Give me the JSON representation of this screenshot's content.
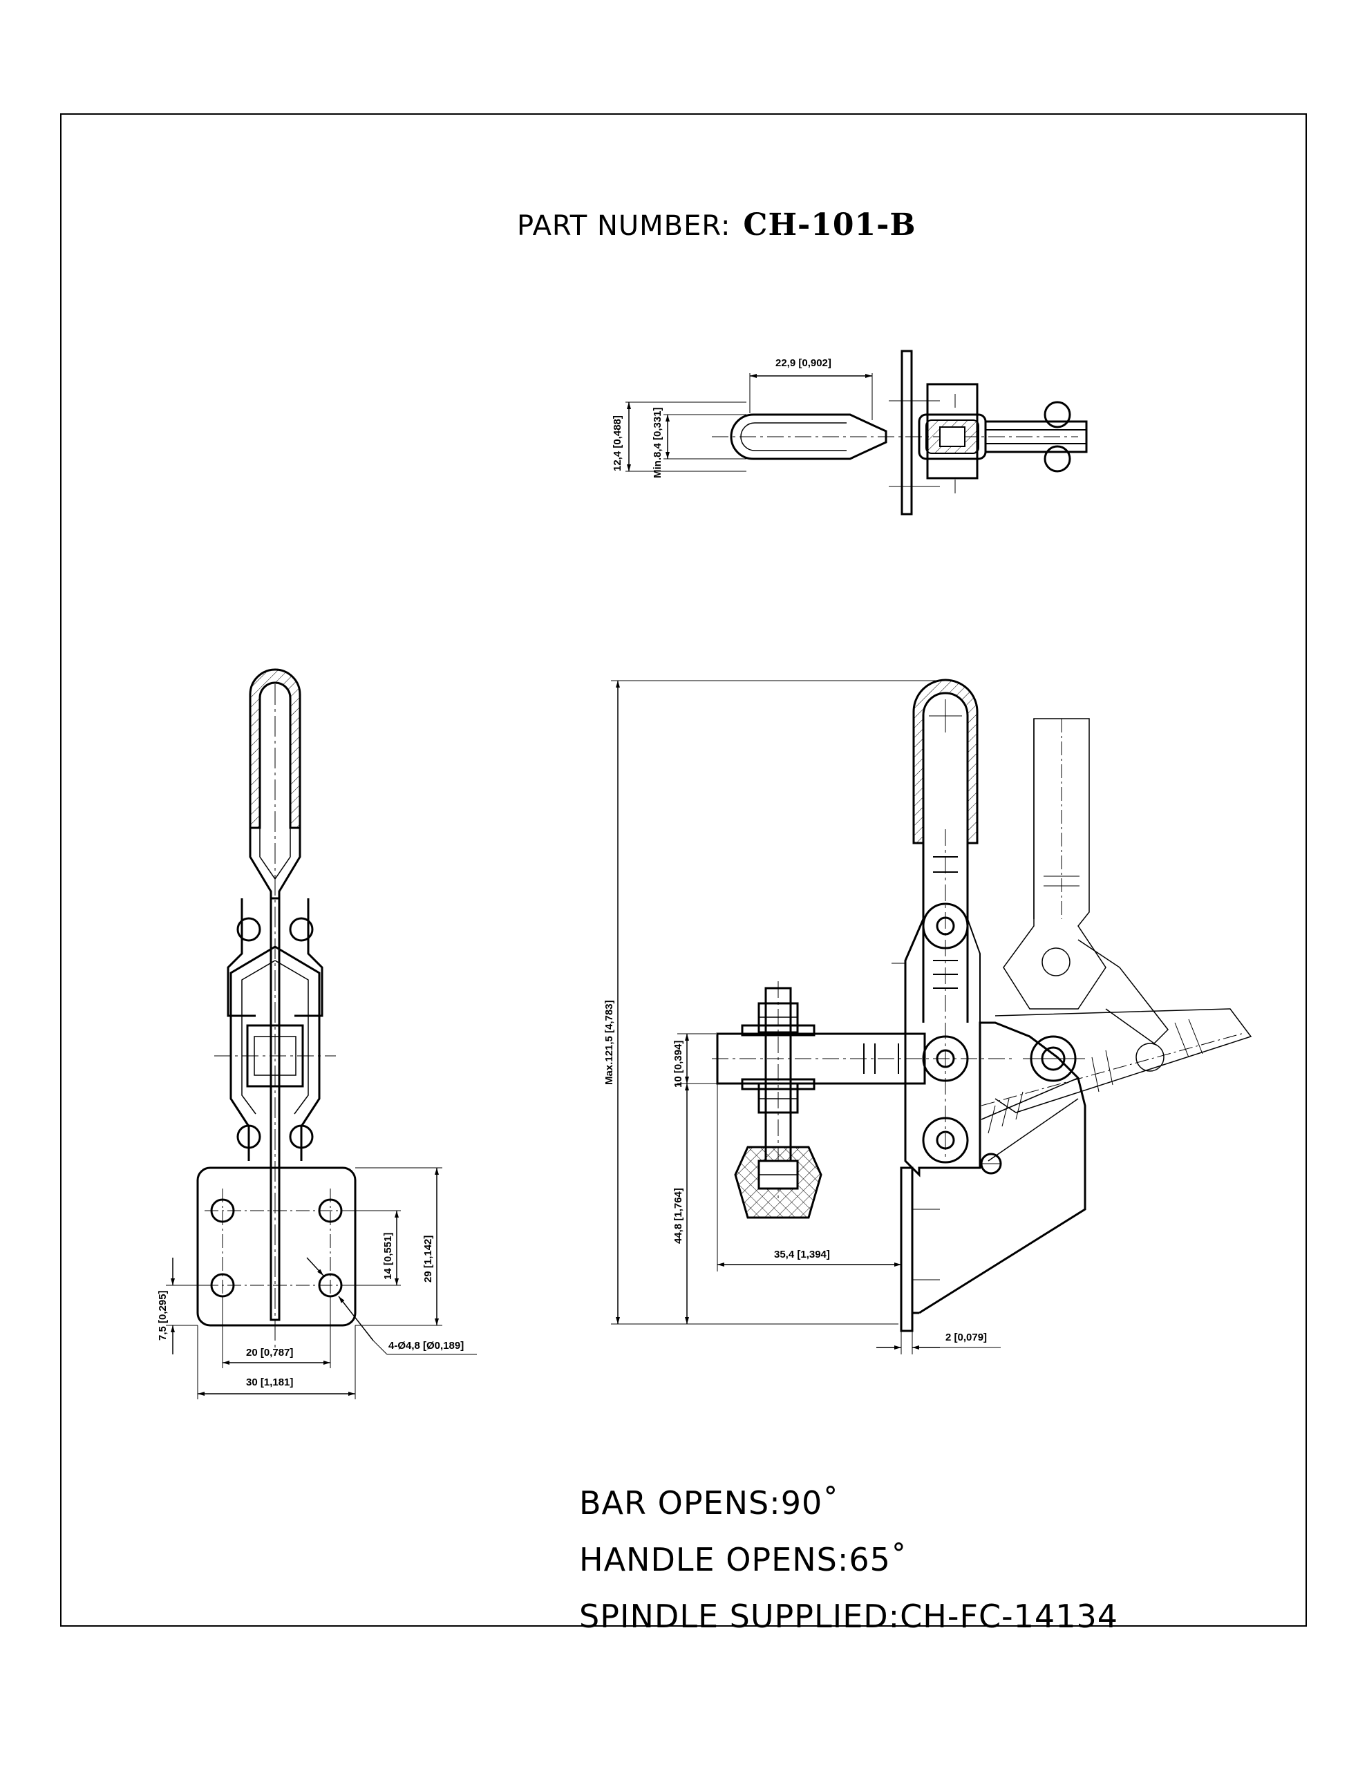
{
  "title": {
    "label": "PART NUMBER:",
    "part_number": "CH-101-B"
  },
  "dimensions": {
    "top_length": "22,9 [0,902]",
    "top_height": "12,4 [0,488]",
    "top_min": "Min.8,4 [0,331]",
    "max_height": "Max.121,5 [4,783]",
    "bar_thickness": "10 [0,394]",
    "spindle_height": "44,8 [1,764]",
    "spindle_reach": "35,4 [1,394]",
    "base_thickness": "2 [0,079]",
    "hole_spacing_y": "14 [0,551]",
    "base_height": "29 [1,142]",
    "hole_edge": "7,5 [0,295]",
    "hole_spacing_x": "20 [0,787]",
    "base_width": "30 [1,181]",
    "holes": "4-Ø4,8 [Ø0,189]"
  },
  "specs": {
    "bar_opens": "BAR OPENS:90˚",
    "handle_opens": "HANDLE OPENS:65˚",
    "spindle": "SPINDLE SUPPLIED:CH-FC-14134"
  }
}
